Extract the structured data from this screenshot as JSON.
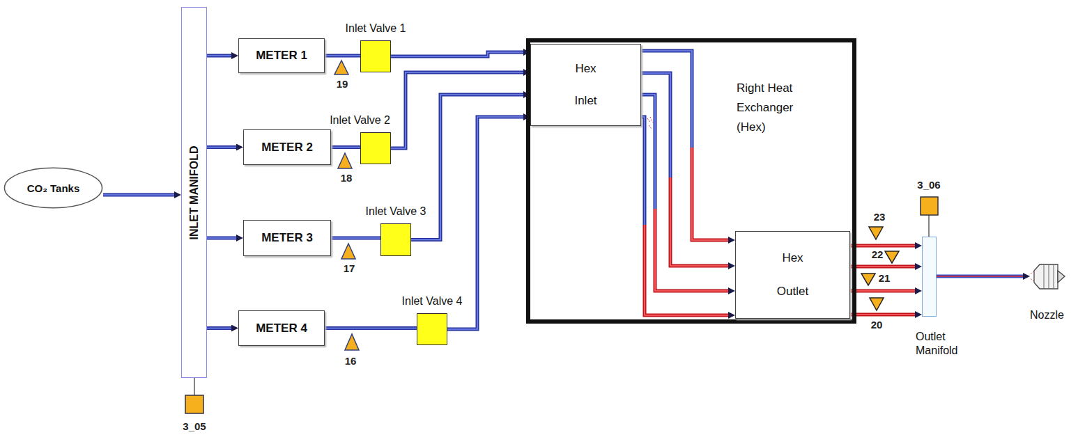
{
  "diagram": {
    "nodes": [
      {
        "text": [
          "CO₂ Tanks"
        ]
      },
      {
        "text": [
          "INLET MANIFOLD"
        ]
      },
      {
        "text": [
          "METER 1"
        ]
      },
      {
        "text": [
          "METER 2"
        ]
      },
      {
        "text": [
          "METER 3"
        ]
      },
      {
        "text": [
          "METER 4"
        ]
      },
      {
        "text": [
          "Inlet Valve 1"
        ]
      },
      {
        "text": [
          "Inlet Valve 2"
        ]
      },
      {
        "text": [
          "Inlet Valve 3"
        ]
      },
      {
        "text": [
          "Inlet Valve 4"
        ]
      },
      {
        "text": [
          "Right Heat Exchanger (Hex)"
        ]
      },
      {
        "text": [
          "Hex",
          "Inlet"
        ],
        "in": 10
      },
      {
        "text": [
          "Hex",
          "Outlet"
        ],
        "in": 10
      },
      {
        "text": [
          "Outlet Manifold"
        ]
      },
      {
        "text": [
          "Nozzle"
        ]
      }
    ],
    "edges": [
      {
        "from": 0,
        "to": 1,
        "arrow": "to"
      },
      {
        "from": 1,
        "to": 2,
        "arrow": "to"
      },
      {
        "from": 1,
        "to": 3,
        "arrow": "to"
      },
      {
        "from": 1,
        "to": 4,
        "arrow": "to"
      },
      {
        "from": 1,
        "to": 5,
        "arrow": "to"
      },
      {
        "from": 2,
        "to": 6,
        "arrow": "none"
      },
      {
        "from": 3,
        "to": 7,
        "arrow": "none"
      },
      {
        "from": 4,
        "to": 8,
        "arrow": "none"
      },
      {
        "from": 5,
        "to": 9,
        "arrow": "none"
      },
      {
        "from": 6,
        "to": 11,
        "arrow": "to"
      },
      {
        "from": 7,
        "to": 11,
        "arrow": "to"
      },
      {
        "from": 8,
        "to": 11,
        "arrow": "to"
      },
      {
        "from": 9,
        "to": 11,
        "arrow": "to"
      },
      {
        "from": 11,
        "to": 12,
        "arrow": "to"
      },
      {
        "from": 11,
        "to": 12,
        "arrow": "to"
      },
      {
        "from": 11,
        "to": 12,
        "arrow": "to"
      },
      {
        "from": 11,
        "to": 12,
        "arrow": "to"
      },
      {
        "from": 12,
        "to": 13,
        "arrow": "to"
      },
      {
        "from": 12,
        "to": 13,
        "arrow": "to"
      },
      {
        "from": 12,
        "to": 13,
        "arrow": "to"
      },
      {
        "from": 12,
        "to": 13,
        "arrow": "to"
      },
      {
        "from": 13,
        "to": 14,
        "arrow": "to"
      }
    ],
    "labels": [
      "19",
      "18",
      "17",
      "16",
      "3_05",
      "3_06",
      "23",
      "22",
      "21",
      "20"
    ]
  }
}
